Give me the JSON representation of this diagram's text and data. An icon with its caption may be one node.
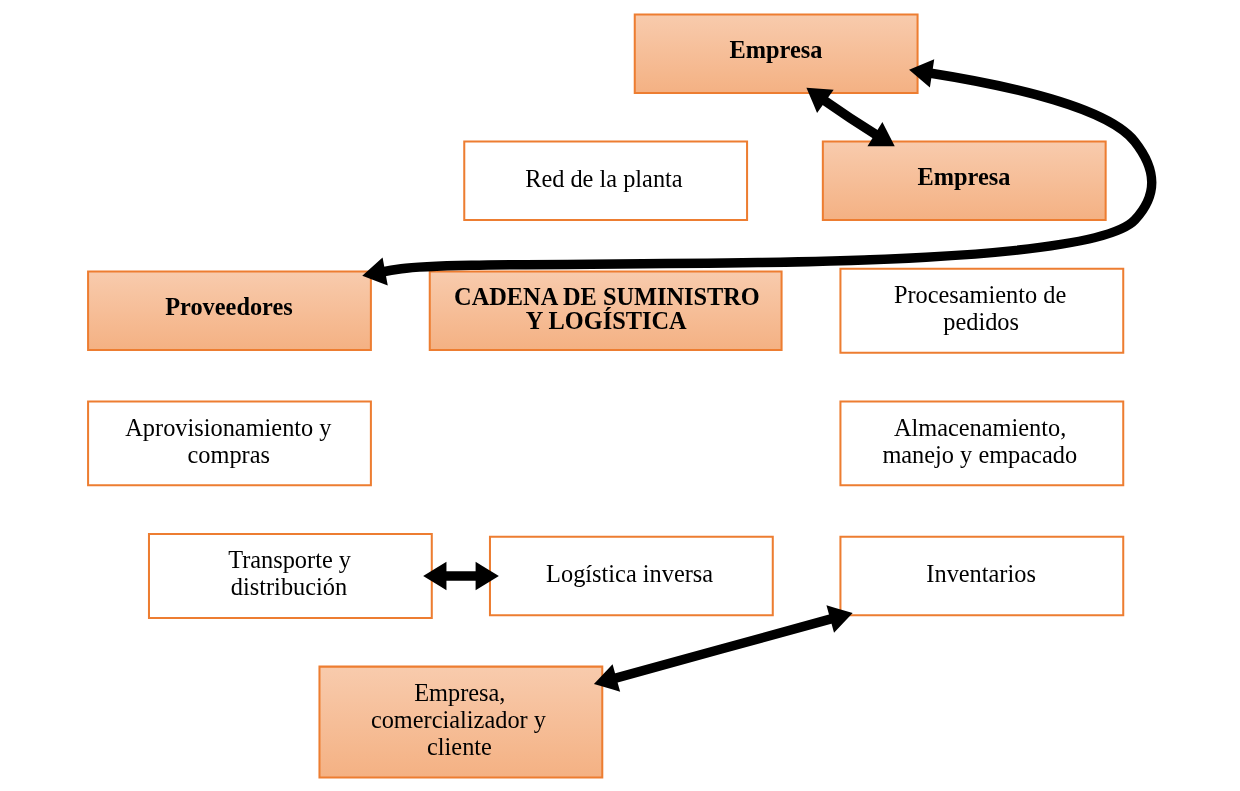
{
  "diagram": {
    "nodes": [
      {
        "text": [
          "Empresa"
        ]
      },
      {
        "text": [
          "Red de la planta"
        ]
      },
      {
        "text": [
          "Empresa"
        ]
      },
      {
        "text": [
          "Proveedores"
        ]
      },
      {
        "text": [
          "Aprovisionamiento y compras"
        ]
      },
      {
        "text": [
          "CADENA DE SUMINISTRO Y LOGÍSTICA"
        ]
      },
      {
        "text": [
          "Procesamiento de pedidos"
        ]
      },
      {
        "text": [
          "Almacenamiento, manejo y empacado"
        ]
      },
      {
        "text": [
          "Inventarios"
        ]
      },
      {
        "text": [
          "Transporte y distribución"
        ]
      },
      {
        "text": [
          "Logística inversa"
        ]
      },
      {
        "text": [
          "Empresa, comercializador y cliente"
        ]
      }
    ],
    "edges": [
      {
        "from": 3,
        "to": 0,
        "arrow": "both"
      },
      {
        "from": 0,
        "to": 2,
        "arrow": "both"
      },
      {
        "from": 9,
        "to": 10,
        "arrow": "both"
      },
      {
        "from": 8,
        "to": 11,
        "arrow": "both"
      }
    ]
  }
}
